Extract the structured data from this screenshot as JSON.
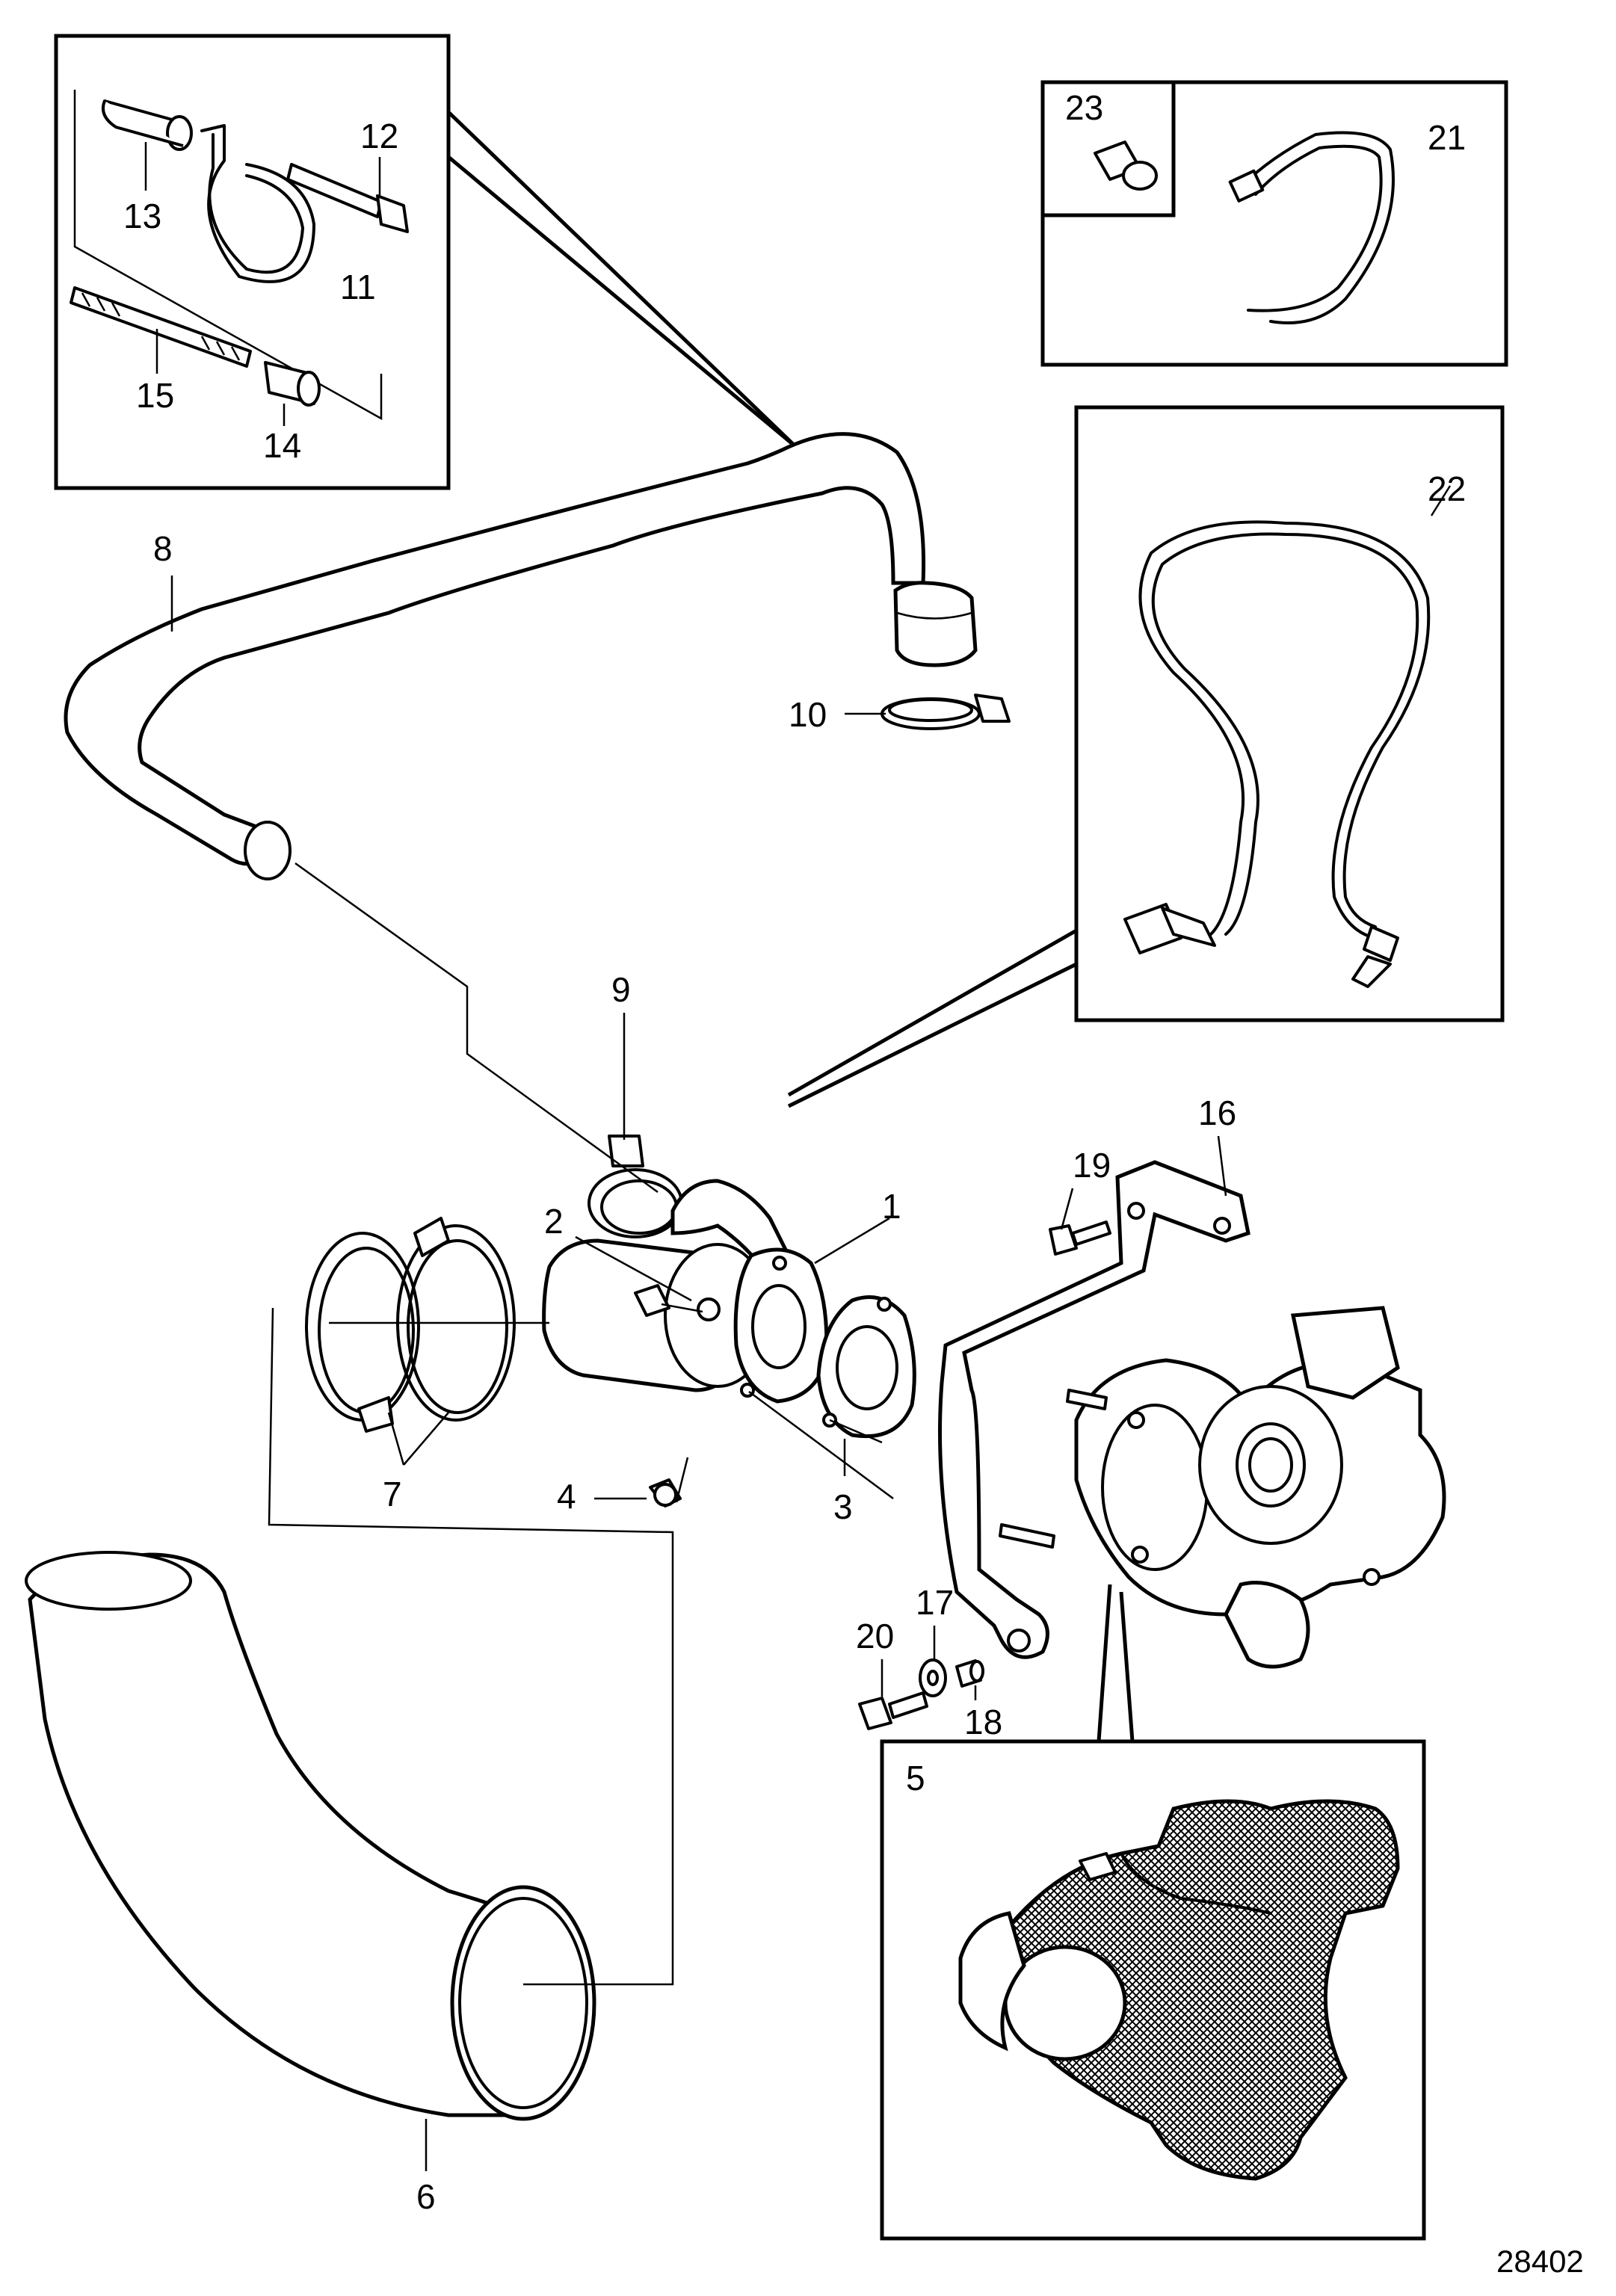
{
  "figure_number": "28402",
  "callouts": {
    "c1": "1",
    "c2": "2",
    "c3": "3",
    "c4": "4",
    "c5": "5",
    "c6": "6",
    "c7": "7",
    "c8": "8",
    "c9": "9",
    "c10": "10",
    "c11": "11",
    "c12": "12",
    "c13": "13",
    "c14": "14",
    "c15": "15",
    "c16": "16",
    "c17": "17",
    "c18": "18",
    "c19": "19",
    "c20": "20",
    "c21": "21",
    "c22": "22",
    "c23": "23"
  },
  "colors": {
    "line": "#000000",
    "background": "#ffffff",
    "shield_fill": "#8c8c8c"
  }
}
